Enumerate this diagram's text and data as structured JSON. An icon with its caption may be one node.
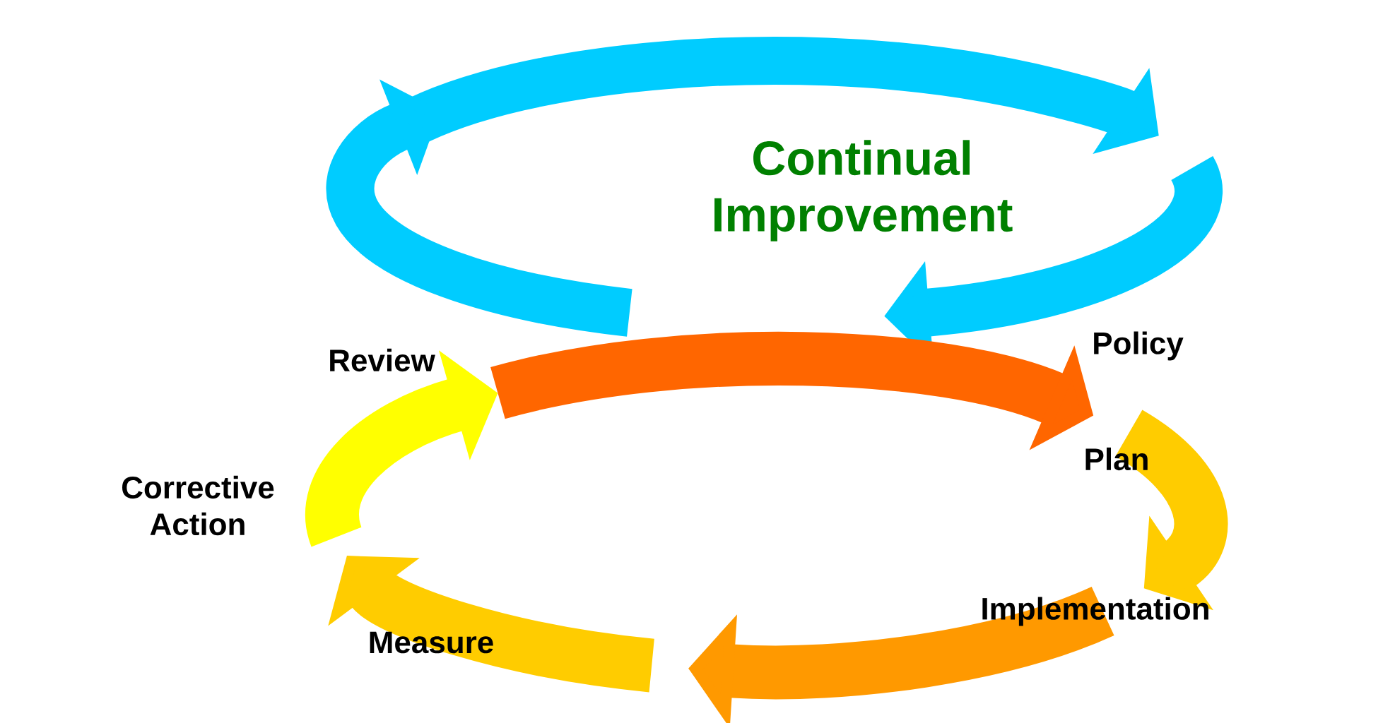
{
  "diagram": {
    "labels": [
      "Continual Improvement",
      "Review",
      "Policy",
      "Plan",
      "Corrective Action",
      "Implementation",
      "Measure"
    ]
  }
}
